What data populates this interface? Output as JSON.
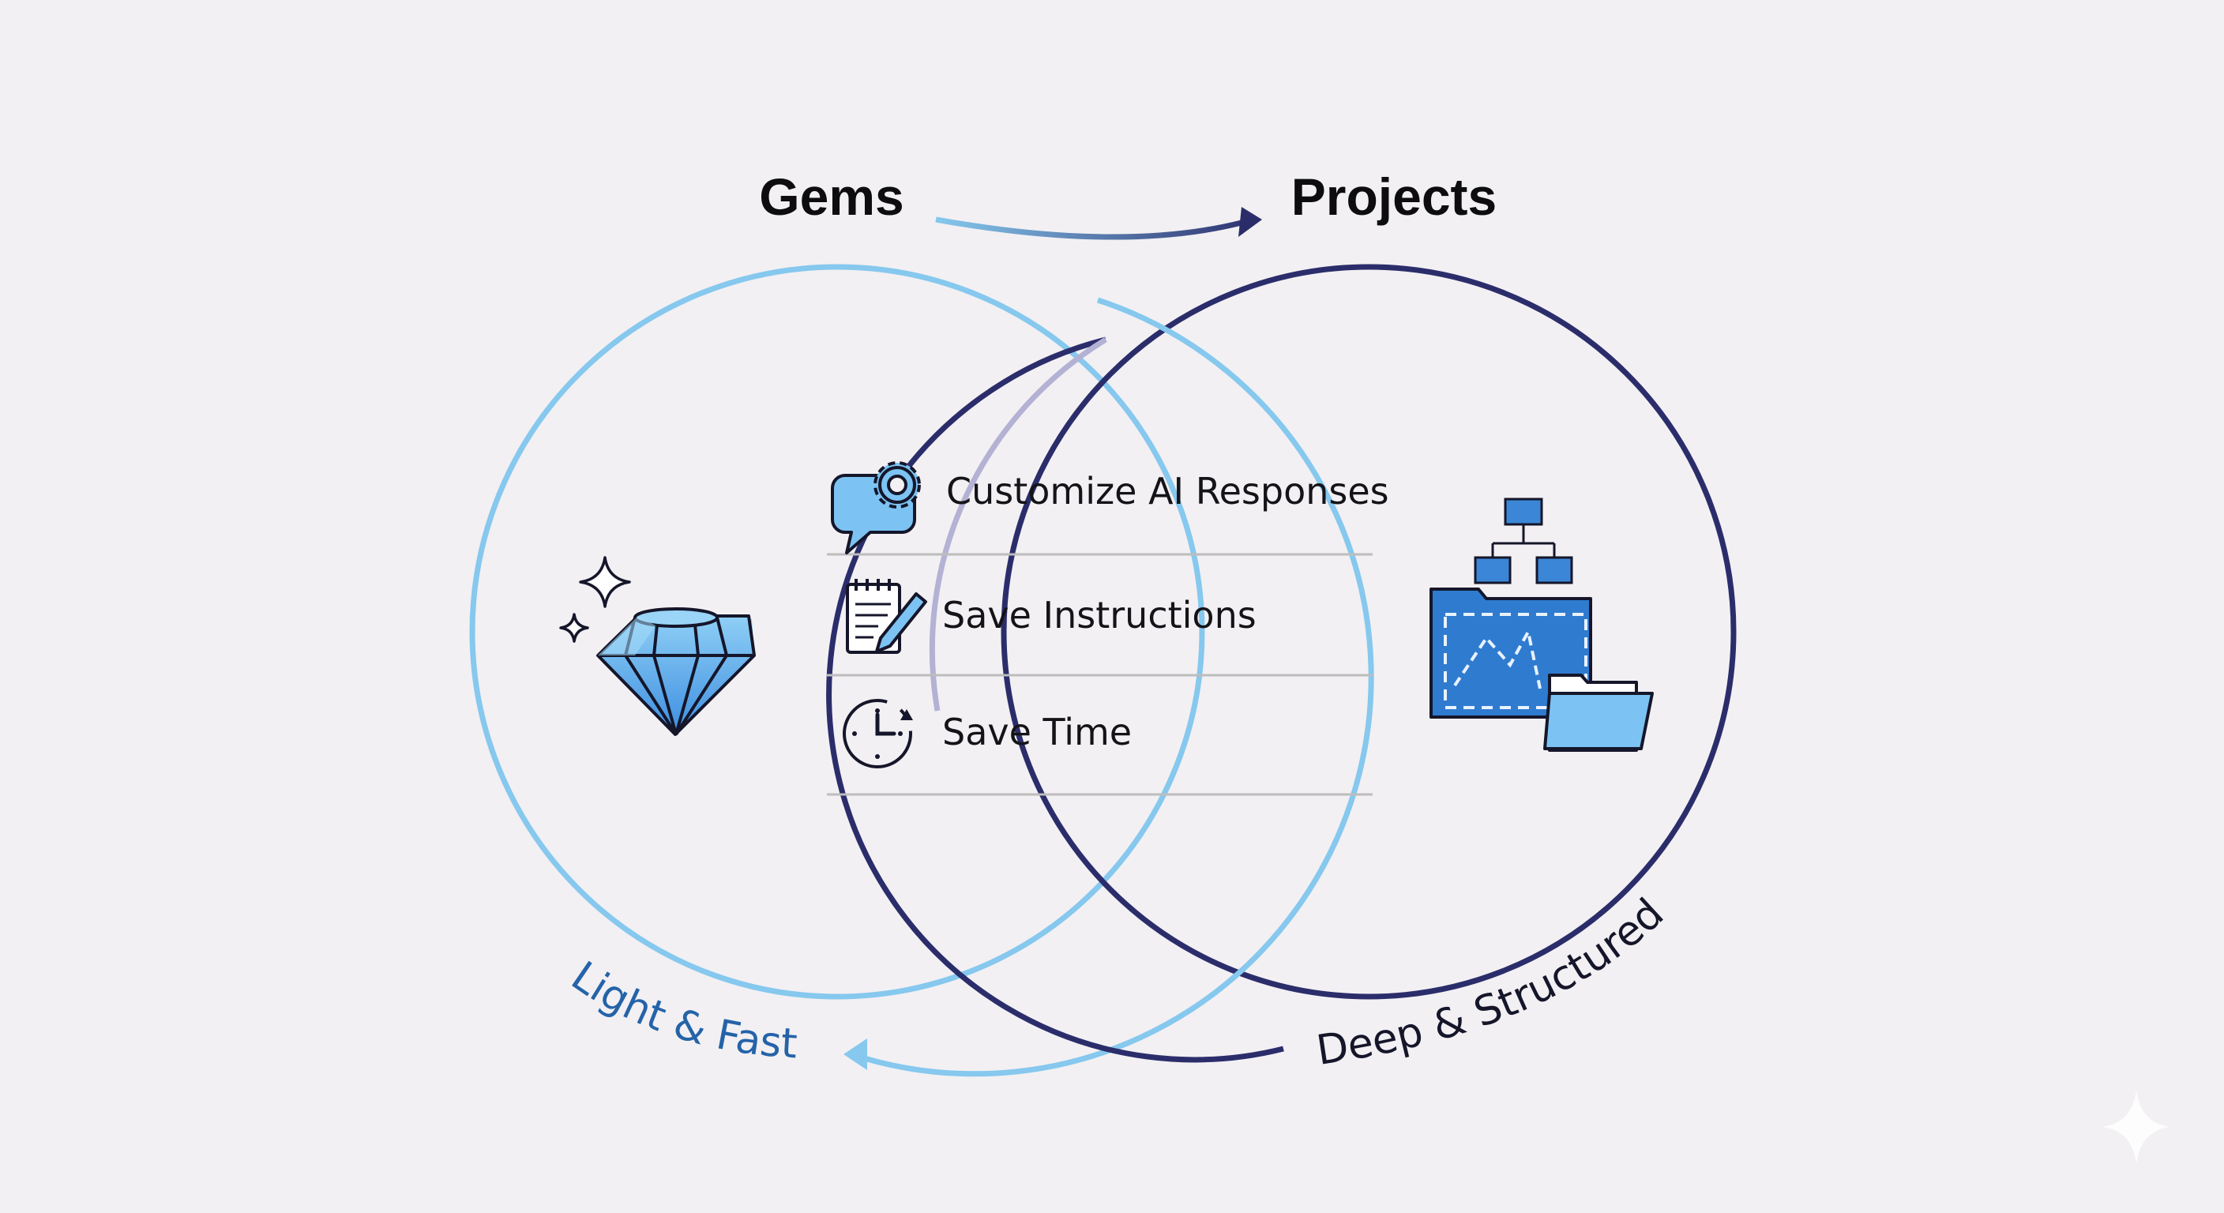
{
  "diagram": {
    "left_title": "Gems",
    "right_title": "Projects",
    "left_tagline": "Light & Fast",
    "right_tagline": "Deep & Structured",
    "features": [
      {
        "label": "Customize AI Responses",
        "icon": "chat-gear-icon"
      },
      {
        "label": "Save Instructions",
        "icon": "notepad-pencil-icon"
      },
      {
        "label": "Save Time",
        "icon": "clock-icon"
      }
    ],
    "left_icon": "diamond-icon",
    "right_icon": "project-folder-icon",
    "colors": {
      "background": "#f2f0f3",
      "light_blue": "#86c8ee",
      "navy": "#2b2d6b",
      "icon_blue": "#3b86d6",
      "icon_light_blue": "#7cc3f3",
      "divider": "#bdbdbd"
    }
  }
}
